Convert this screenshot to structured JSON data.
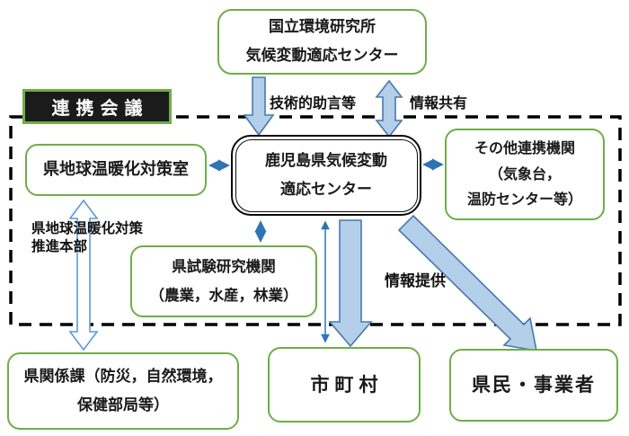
{
  "colors": {
    "box_border_green": "#70AD47",
    "dashed_border": "#000000",
    "block_arrow_fill": "#B3CFE9",
    "block_arrow_stroke": "#4978AE",
    "thin_arrow": "#2E75B6",
    "outline_arrow_stroke": "#5B9BD5",
    "conference_bg": "#1B1B1B",
    "conference_text": "#FFFFFF"
  },
  "nodes": {
    "national_institute": {
      "lines": [
        "国立環境研究所",
        "気候変動適応センター"
      ]
    },
    "conference": {
      "label": "連携会議"
    },
    "center": {
      "lines": [
        "鹿児島県気候変動",
        "適応センター"
      ]
    },
    "taisaku_office": {
      "lines": [
        "県地球温暖化対策室"
      ]
    },
    "other_partners": {
      "lines": [
        "その他連携機関",
        "（気象台，",
        "温防センター等）"
      ]
    },
    "research_orgs": {
      "lines": [
        "県試験研究機関",
        "（農業，水産，林業）"
      ]
    },
    "related_divisions": {
      "lines": [
        "県関係課（防災，自然環境，",
        "保健部局等）"
      ]
    },
    "municipalities": {
      "lines": [
        "市町村"
      ]
    },
    "citizens": {
      "lines": [
        "県民・事業者"
      ]
    }
  },
  "edges": [
    {
      "from": "national_institute",
      "to": "center",
      "style": "block",
      "direction": "down",
      "label": "技術的助言等"
    },
    {
      "from": "national_institute",
      "to": "center",
      "style": "block",
      "direction": "both",
      "label": "情報共有"
    },
    {
      "from": "taisaku_office",
      "to": "center",
      "style": "line",
      "direction": "both",
      "label": ""
    },
    {
      "from": "center",
      "to": "other_partners",
      "style": "line",
      "direction": "both",
      "label": ""
    },
    {
      "from": "center",
      "to": "research_orgs",
      "style": "line",
      "direction": "both",
      "label": ""
    },
    {
      "from": "center",
      "to": "municipalities",
      "style": "line",
      "direction": "both",
      "label": ""
    },
    {
      "from": "center",
      "to": "municipalities",
      "style": "block",
      "direction": "down",
      "label": ""
    },
    {
      "from": "center",
      "to": "citizens",
      "style": "block",
      "direction": "down",
      "label": "情報提供"
    },
    {
      "from": "taisaku_office",
      "to": "related_divisions",
      "style": "outline",
      "direction": "both",
      "label_line1": "県地球温暖化対策",
      "label_line2": "推進本部"
    }
  ]
}
